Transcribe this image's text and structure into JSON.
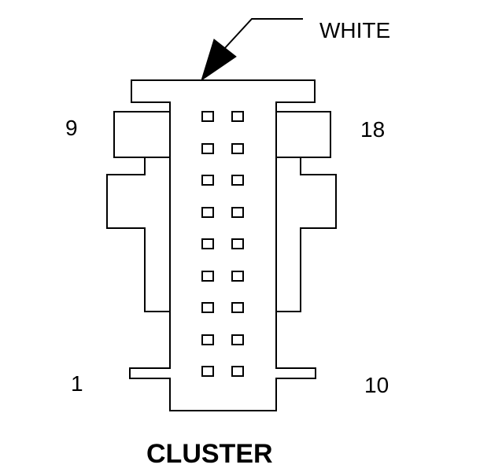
{
  "connector": {
    "wire_color_label": "WHITE",
    "name": "CLUSTER",
    "pin_labels": {
      "top_left": "9",
      "top_right": "18",
      "bottom_left": "1",
      "bottom_right": "10"
    },
    "cavity_rows": 9,
    "cavity_columns": 2
  }
}
